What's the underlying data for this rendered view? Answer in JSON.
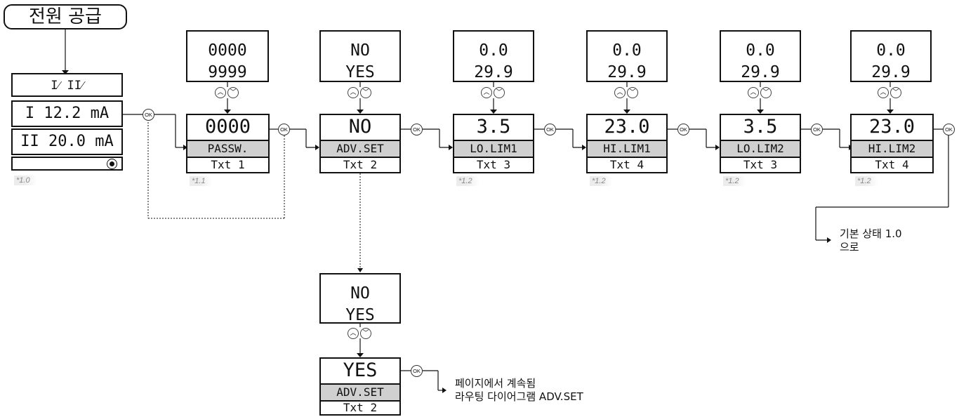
{
  "title": "전원 공급",
  "main_display": {
    "header": "I⁄ II⁄",
    "row1": "I 12.2 mA",
    "row2": "II 20.0 mA",
    "note": "*1.0"
  },
  "steps": [
    {
      "options": [
        "0000",
        "9999"
      ],
      "value": "0000",
      "label": "PASSW.",
      "text": "Txt 1",
      "note": "*1.1"
    },
    {
      "options": [
        "NO",
        "YES"
      ],
      "value": "NO",
      "label": "ADV.SET",
      "text": "Txt 2",
      "note": ""
    },
    {
      "options": [
        "0.0",
        "29.9"
      ],
      "value": "3.5",
      "label": "LO.LIM1",
      "text": "Txt 3",
      "note": "*1.2"
    },
    {
      "options": [
        "0.0",
        "29.9"
      ],
      "value": "23.0",
      "label": "HI.LIM1",
      "text": "Txt 4",
      "note": "*1.2"
    },
    {
      "options": [
        "0.0",
        "29.9"
      ],
      "value": "3.5",
      "label": "LO.LIM2",
      "text": "Txt 3",
      "note": "*1.2"
    },
    {
      "options": [
        "0.0",
        "29.9"
      ],
      "value": "23.0",
      "label": "HI.LIM2",
      "text": "Txt 4",
      "note": "*1.2"
    }
  ],
  "adv_branch": {
    "options": [
      "NO",
      "YES"
    ],
    "value": "YES",
    "label": "ADV.SET",
    "text": "Txt 2"
  },
  "ok_label": "OK",
  "return_text": [
    "기본 상태 1.0",
    "으로"
  ],
  "continue_text": [
    "페이지에서 계속됨",
    "라우팅 다이어그램 ADV.SET"
  ]
}
